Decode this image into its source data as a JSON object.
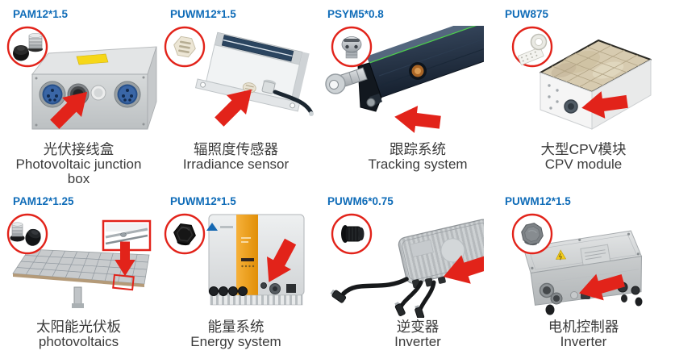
{
  "colors": {
    "part_number": "#0f6cb8",
    "accent_red": "#e2231a",
    "caption": "#3b3b3b"
  },
  "products": [
    {
      "part_number": "PAM12*1.5",
      "name_zh": "光伏接线盒",
      "name_en": "Photovoltaic junction box",
      "inset_icon": "cable-gland-and-plug-icon"
    },
    {
      "part_number": "PUWM12*1.5",
      "name_zh": "辐照度传感器",
      "name_en": "Irradiance sensor",
      "inset_icon": "beige-vent-plug-icon"
    },
    {
      "part_number": "PSYM5*0.8",
      "name_zh": "跟踪系统",
      "name_en": "Tracking system",
      "inset_icon": "metal-vent-screw-icon"
    },
    {
      "part_number": "PUW875",
      "name_zh": "大型CPV模块",
      "name_en": "CPV module",
      "inset_icon": "vent-membrane-roll-icon"
    },
    {
      "part_number": "PAM12*1.25",
      "name_zh": "太阳能光伏板",
      "name_en": "photovoltaics",
      "inset_icon": "cable-gland-pair-icon"
    },
    {
      "part_number": "PUWM12*1.5",
      "name_zh": "能量系统",
      "name_en": "Energy system",
      "inset_icon": "black-vent-plug-icon"
    },
    {
      "part_number": "PUWM6*0.75",
      "name_zh": "逆变器",
      "name_en": "Inverter",
      "inset_icon": "black-vent-plug-small-icon"
    },
    {
      "part_number": "PUWM12*1.5",
      "name_zh": "电机控制器",
      "name_en": "Inverter",
      "inset_icon": "gray-vent-plug-icon"
    }
  ]
}
